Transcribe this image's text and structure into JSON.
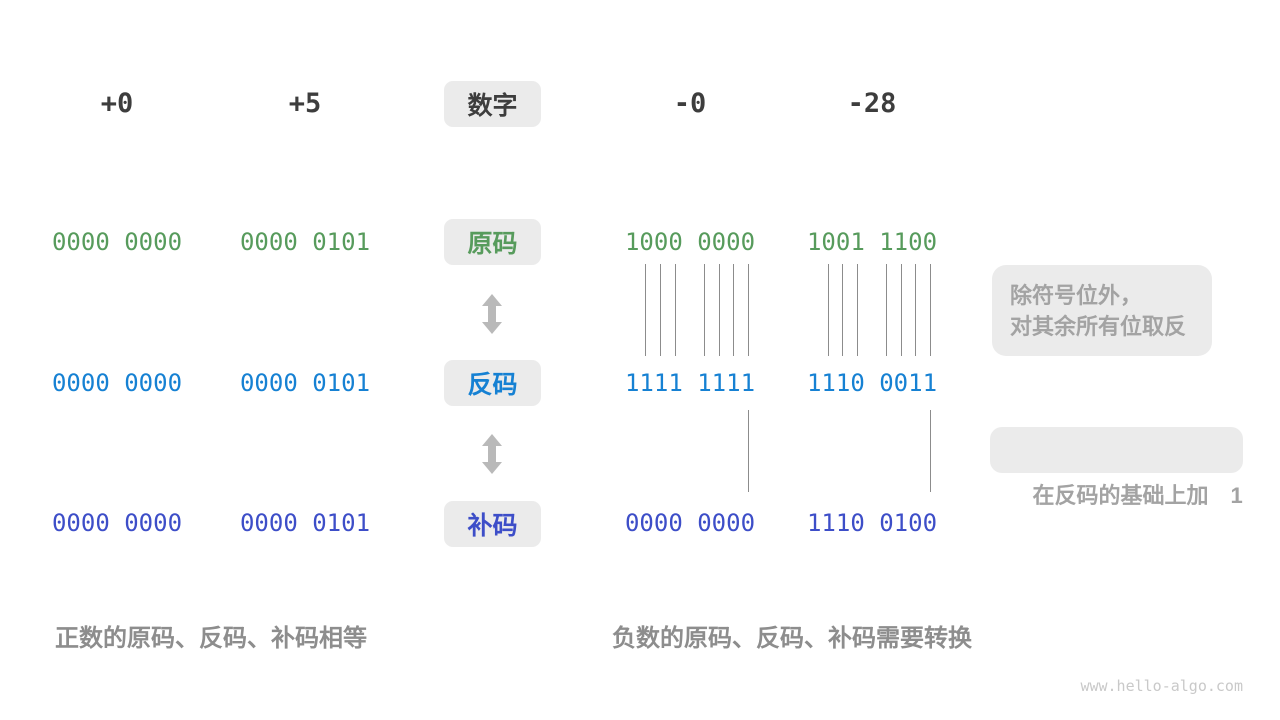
{
  "page": {
    "watermark": "www.hello-algo.com"
  },
  "colors": {
    "header_text": "#3d3d3d",
    "sign_magnitude_green": "#579b5c",
    "ones_complement_blue": "#1681d3",
    "twos_complement_indigo": "#3d4ec8",
    "tag_background": "#ebebeb",
    "annotation_text": "#a3a3a3",
    "caption_text": "#8d8d8d",
    "arrow_gray": "#b9b9b9",
    "flip_line_gray": "#8c8c8c",
    "watermark_gray": "#c9c9c9"
  },
  "headers": {
    "label": "数字",
    "columns": [
      "+0",
      "+5",
      "-0",
      "-28"
    ]
  },
  "rows": [
    {
      "key": "sign-magnitude",
      "label": "原码",
      "values": [
        "0000 0000",
        "0000 0101",
        "1000 0000",
        "1001 1100"
      ]
    },
    {
      "key": "ones-complement",
      "label": "反码",
      "values": [
        "0000 0000",
        "0000 0101",
        "1111 1111",
        "1110 0011"
      ]
    },
    {
      "key": "twos-complement",
      "label": "补码",
      "values": [
        "0000 0000",
        "0000 0101",
        "0000 0000",
        "1110 0100"
      ]
    }
  ],
  "annotations": {
    "flip_note_line1": "除符号位外，",
    "flip_note_line2": "对其余所有位取反",
    "add_one_note": "在反码的基础上加　1"
  },
  "captions": {
    "positive": "正数的原码、反码、补码相等",
    "negative": "负数的原码、反码、补码需要转换"
  }
}
